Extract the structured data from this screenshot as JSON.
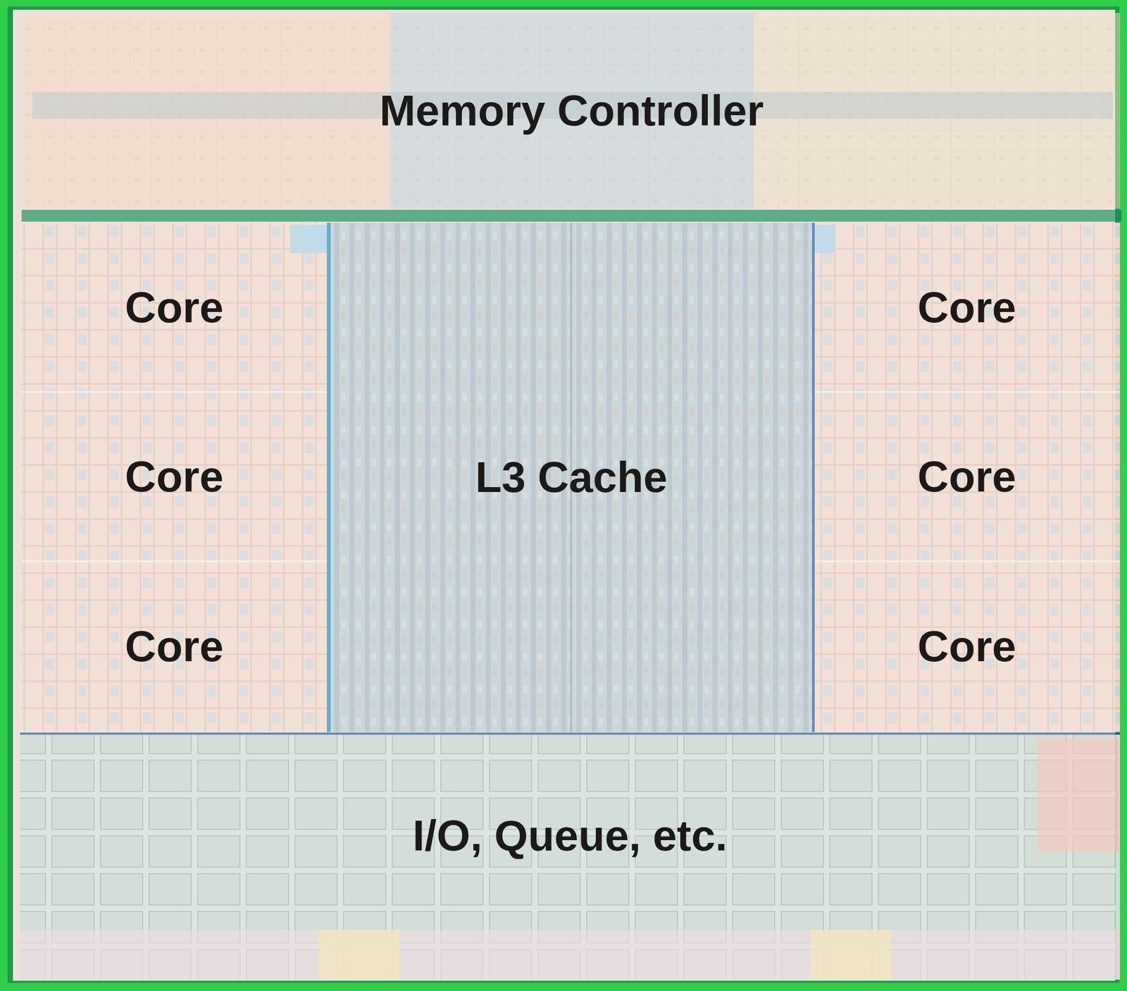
{
  "diagram": {
    "nodes": [
      {
        "text": [
          "Memory Controller"
        ]
      },
      {
        "text": [
          "Core"
        ]
      },
      {
        "text": [
          "L3 Cache"
        ]
      },
      {
        "text": [
          "Core"
        ]
      },
      {
        "text": [
          "Core"
        ]
      },
      {
        "text": [
          "Core"
        ]
      },
      {
        "text": [
          "Core"
        ]
      },
      {
        "text": [
          "Core"
        ]
      },
      {
        "text": [
          "I/O, Queue, etc."
        ]
      }
    ]
  }
}
